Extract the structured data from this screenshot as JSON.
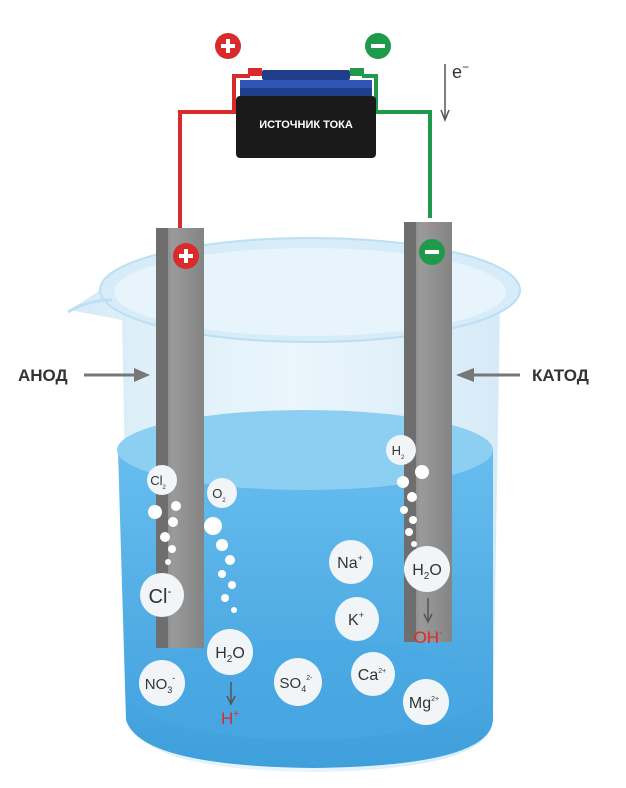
{
  "battery": {
    "label": "ИСТОЧНИК ТОКА"
  },
  "terminals": {
    "plus": "+",
    "minus": "−"
  },
  "electron": {
    "symbol": "e",
    "sup": "−"
  },
  "electrodes": {
    "anode_label": "АНОД",
    "cathode_label": "КАТОД"
  },
  "ions": {
    "cl2": {
      "base": "Cl",
      "sub": "2"
    },
    "o2": {
      "base": "O",
      "sub": "2"
    },
    "h2": {
      "base": "H",
      "sub": "2"
    },
    "cl_minus": {
      "base": "Cl",
      "sup": "-"
    },
    "h2o_left": {
      "base1": "H",
      "sub": "2",
      "base2": "O"
    },
    "h2o_right": {
      "base1": "H",
      "sub": "2",
      "base2": "O"
    },
    "no3": {
      "base": "NO",
      "sub": "3",
      "sup": "-"
    },
    "so4": {
      "base": "SO",
      "sub": "4",
      "sup": "2-"
    },
    "na": {
      "base": "Na",
      "sup": "+"
    },
    "k": {
      "base": "K",
      "sup": "+"
    },
    "ca": {
      "base": "Ca",
      "sup": "2+"
    },
    "mg": {
      "base": "Mg",
      "sup": "2+"
    },
    "h_plus": {
      "base": "H",
      "sup": "+"
    },
    "oh_minus": {
      "base": "OH",
      "sup": "-"
    }
  },
  "colors": {
    "positive": "#d92b2b",
    "negative": "#1f9a4a",
    "water": "#5ab4e8",
    "electrode": "#8e8e8e",
    "text_dark": "#333333"
  }
}
